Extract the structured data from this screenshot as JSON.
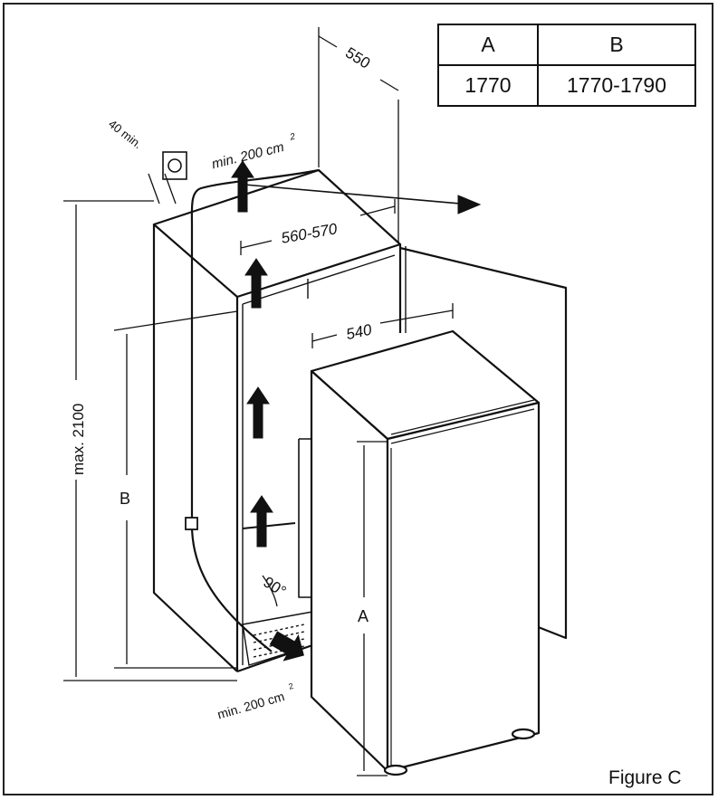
{
  "table": {
    "headers": [
      "A",
      "B"
    ],
    "values": [
      "1770",
      "1770-1790"
    ]
  },
  "labels": {
    "depth_550": "550",
    "gap_40": "40 min.",
    "vent_top": "min. 200 cm",
    "vent_top_sup": "2",
    "width_niche": "560-570",
    "width_appliance": "540",
    "max_height": "max. 2100",
    "dim_b": "B",
    "dim_a": "A",
    "angle": "90°",
    "vent_bottom": "min. 200 cm",
    "vent_bottom_sup": "2",
    "figure": "Figure C"
  },
  "colors": {
    "line": "#111111",
    "background": "#ffffff"
  }
}
